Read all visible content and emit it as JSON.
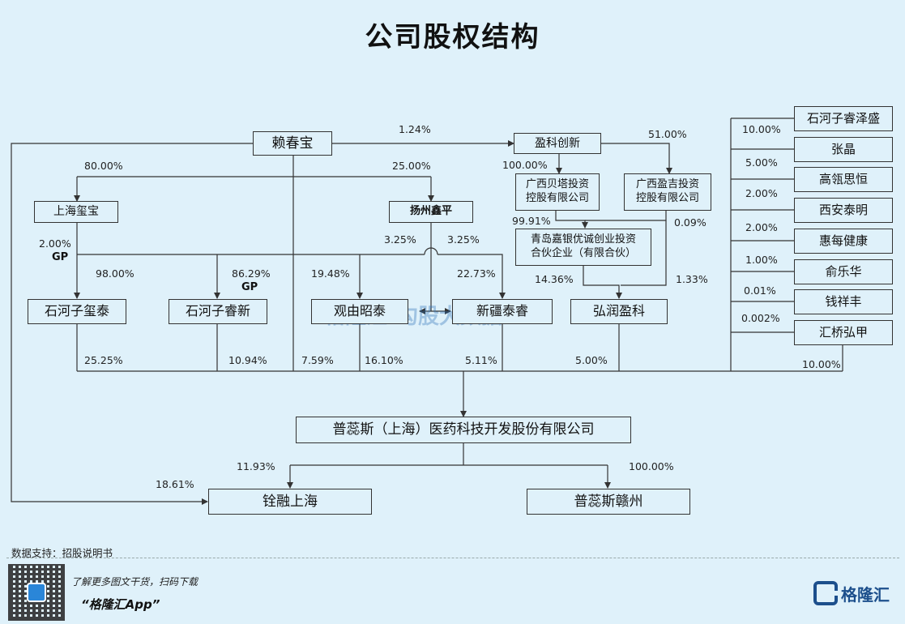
{
  "title": "公司股权结构",
  "nodes": {
    "lai": "赖春宝",
    "yingke": "盈科创新",
    "gxbeita": "广西贝塔投资\n控股有限公司",
    "gxyingji": "广西盈吉投资\n控股有限公司",
    "shxibao": "上海玺宝",
    "yzxp": "扬州鑫平",
    "qdjy": "青岛嘉银优诚创业投资\n合伙企业（有限合伙）",
    "shzxt": "石河子玺泰",
    "shzrx": "石河子睿新",
    "gycz": "观由昭泰",
    "xjtc": "新疆泰睿",
    "hryk": "弘润盈科",
    "shzrzs": "石河子睿泽盛",
    "zhangjing": "张晶",
    "gaozsh": "高瓴思恒",
    "xatm": "西安泰明",
    "hmjk": "惠每健康",
    "ylh": "俞乐华",
    "qxf": "钱祥丰",
    "hqhj": "汇桥弘甲",
    "company": "普蕊斯（上海）医药科技开发股份有限公司",
    "qrsh": "铨融上海",
    "prsgz": "普蕊斯赣州"
  },
  "percentages": {
    "lai_yingke": "1.24%",
    "yingke_gxyingji": "51.00%",
    "yingke_gxbeita": "100.00%",
    "lai_shxibao": "80.00%",
    "lai_yzxp": "25.00%",
    "gxbeita_qdjy": "99.91%",
    "gxyingji_qdjy": "0.09%",
    "shxibao_gp": "2.00%",
    "yzxp_a": "3.25%",
    "yzxp_b": "3.25%",
    "shxibao_shzxt": "98.00%",
    "lai_shzrx": "86.29%",
    "lai_gycz": "19.48%",
    "lai_xjtc": "22.73%",
    "qdjy_hryk": "14.36%",
    "gxyingji_hryk": "1.33%",
    "shzxt_co": "25.25%",
    "shzrx_co": "10.94%",
    "lai_co": "7.59%",
    "gycz_co": "16.10%",
    "xjtc_co": "5.11%",
    "hryk_co": "5.00%",
    "right_co": "10.00%",
    "shzrzs": "10.00%",
    "zhangjing": "5.00%",
    "gaozsh": "2.00%",
    "xatm": "2.00%",
    "hmjk": "1.00%",
    "ylh": "0.01%",
    "qxf": "0.002%",
    "co_qrsh": "11.93%",
    "lai_qrsh": "18.61%",
    "co_prsgz": "100.00%"
  },
  "gp_label": "GP",
  "watermark": {
    "left": "格隆汇",
    "right": "勾股大数据"
  },
  "footer": {
    "source": "数据支持：招股说明书",
    "tagline": "了解更多图文干货，扫码下载",
    "app": "“格隆汇App”",
    "logo": "格隆汇"
  },
  "colors": {
    "background": "#dff1fa",
    "line": "#333333",
    "brand": "#1c4f8c"
  }
}
